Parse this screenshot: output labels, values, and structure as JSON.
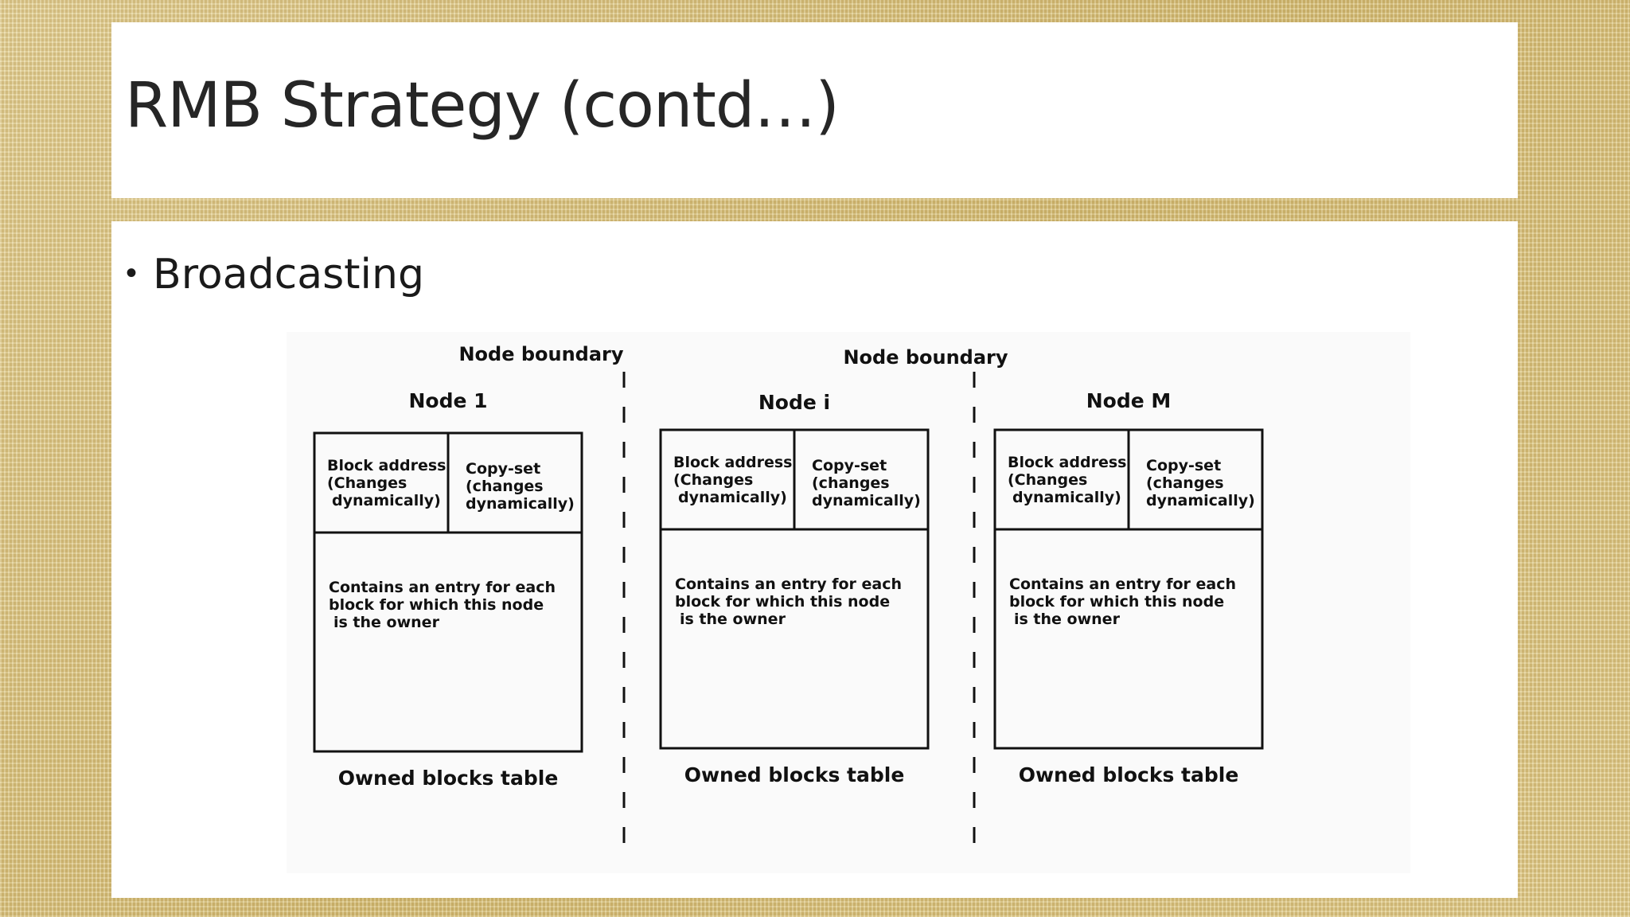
{
  "slide": {
    "title": "RMB Strategy (contd…)",
    "bullet": "Broadcasting"
  },
  "diagram": {
    "boundary_label": "Node boundary",
    "nodes": [
      {
        "name": "Node 1",
        "block_address": [
          "Block address",
          "(Changes",
          "dynamically)"
        ],
        "copy_set": [
          "Copy-set",
          "(changes",
          "dynamically)"
        ],
        "description": [
          "Contains an entry for each",
          "block for which this node",
          "is the owner"
        ],
        "caption": "Owned blocks table"
      },
      {
        "name": "Node i",
        "block_address": [
          "Block address",
          "(Changes",
          "dynamically)"
        ],
        "copy_set": [
          "Copy-set",
          "(changes",
          "dynamically)"
        ],
        "description": [
          "Contains an entry for each",
          "block for which this node",
          "is the owner"
        ],
        "caption": "Owned blocks table"
      },
      {
        "name": "Node M",
        "block_address": [
          "Block address",
          "(Changes",
          "dynamically)"
        ],
        "copy_set": [
          "Copy-set",
          "(changes",
          "dynamically)"
        ],
        "description": [
          "Contains an entry for each",
          "block for which this node",
          "is the owner"
        ],
        "caption": "Owned blocks table"
      }
    ]
  }
}
